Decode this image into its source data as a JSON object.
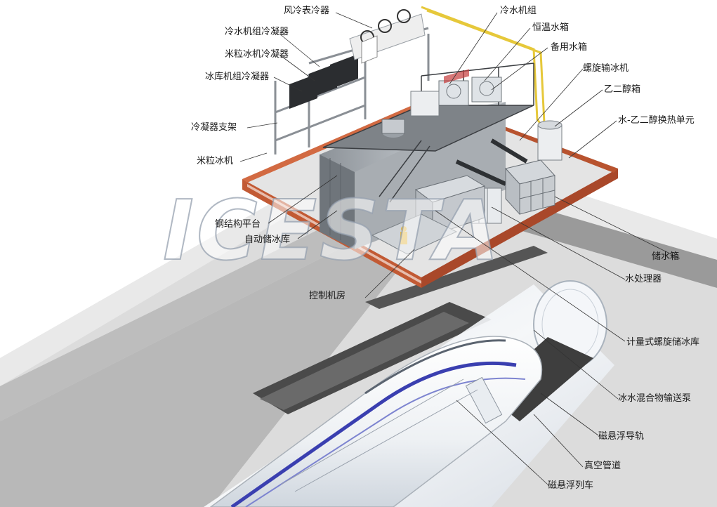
{
  "watermark_text": "ICESTA",
  "labels": [
    {
      "id": "air-cooled-condenser",
      "text": "风冷表冷器"
    },
    {
      "id": "chiller",
      "text": "冷水机组"
    },
    {
      "id": "chiller-condenser",
      "text": "冷水机组冷凝器"
    },
    {
      "id": "constant-temp-tank",
      "text": "恒温水箱"
    },
    {
      "id": "flake-ice-condenser",
      "text": "米粒冰机冷凝器"
    },
    {
      "id": "backup-tank",
      "text": "备用水箱"
    },
    {
      "id": "cold-store-condenser",
      "text": "冰库机组冷凝器"
    },
    {
      "id": "screw-conveyor",
      "text": "螺旋输冰机"
    },
    {
      "id": "glycol-tank",
      "text": "乙二醇箱"
    },
    {
      "id": "condenser-frame",
      "text": "冷凝器支架"
    },
    {
      "id": "heat-exchange-unit",
      "text": "水-乙二醇换热单元"
    },
    {
      "id": "flake-ice-machine",
      "text": "米粒冰机"
    },
    {
      "id": "steel-platform",
      "text": "钢结构平台"
    },
    {
      "id": "auto-ice-store",
      "text": "自动储冰库"
    },
    {
      "id": "storage-tank",
      "text": "储水箱"
    },
    {
      "id": "water-treatment",
      "text": "水处理器"
    },
    {
      "id": "control-room",
      "text": "控制机房"
    },
    {
      "id": "metering-ice-store",
      "text": "计量式螺旋储冰库"
    },
    {
      "id": "slurry-pump",
      "text": "冰水混合物输送泵"
    },
    {
      "id": "maglev-guideway",
      "text": "磁悬浮导轨"
    },
    {
      "id": "vacuum-tube",
      "text": "真空管道"
    },
    {
      "id": "maglev-train",
      "text": "磁悬浮列车"
    }
  ]
}
